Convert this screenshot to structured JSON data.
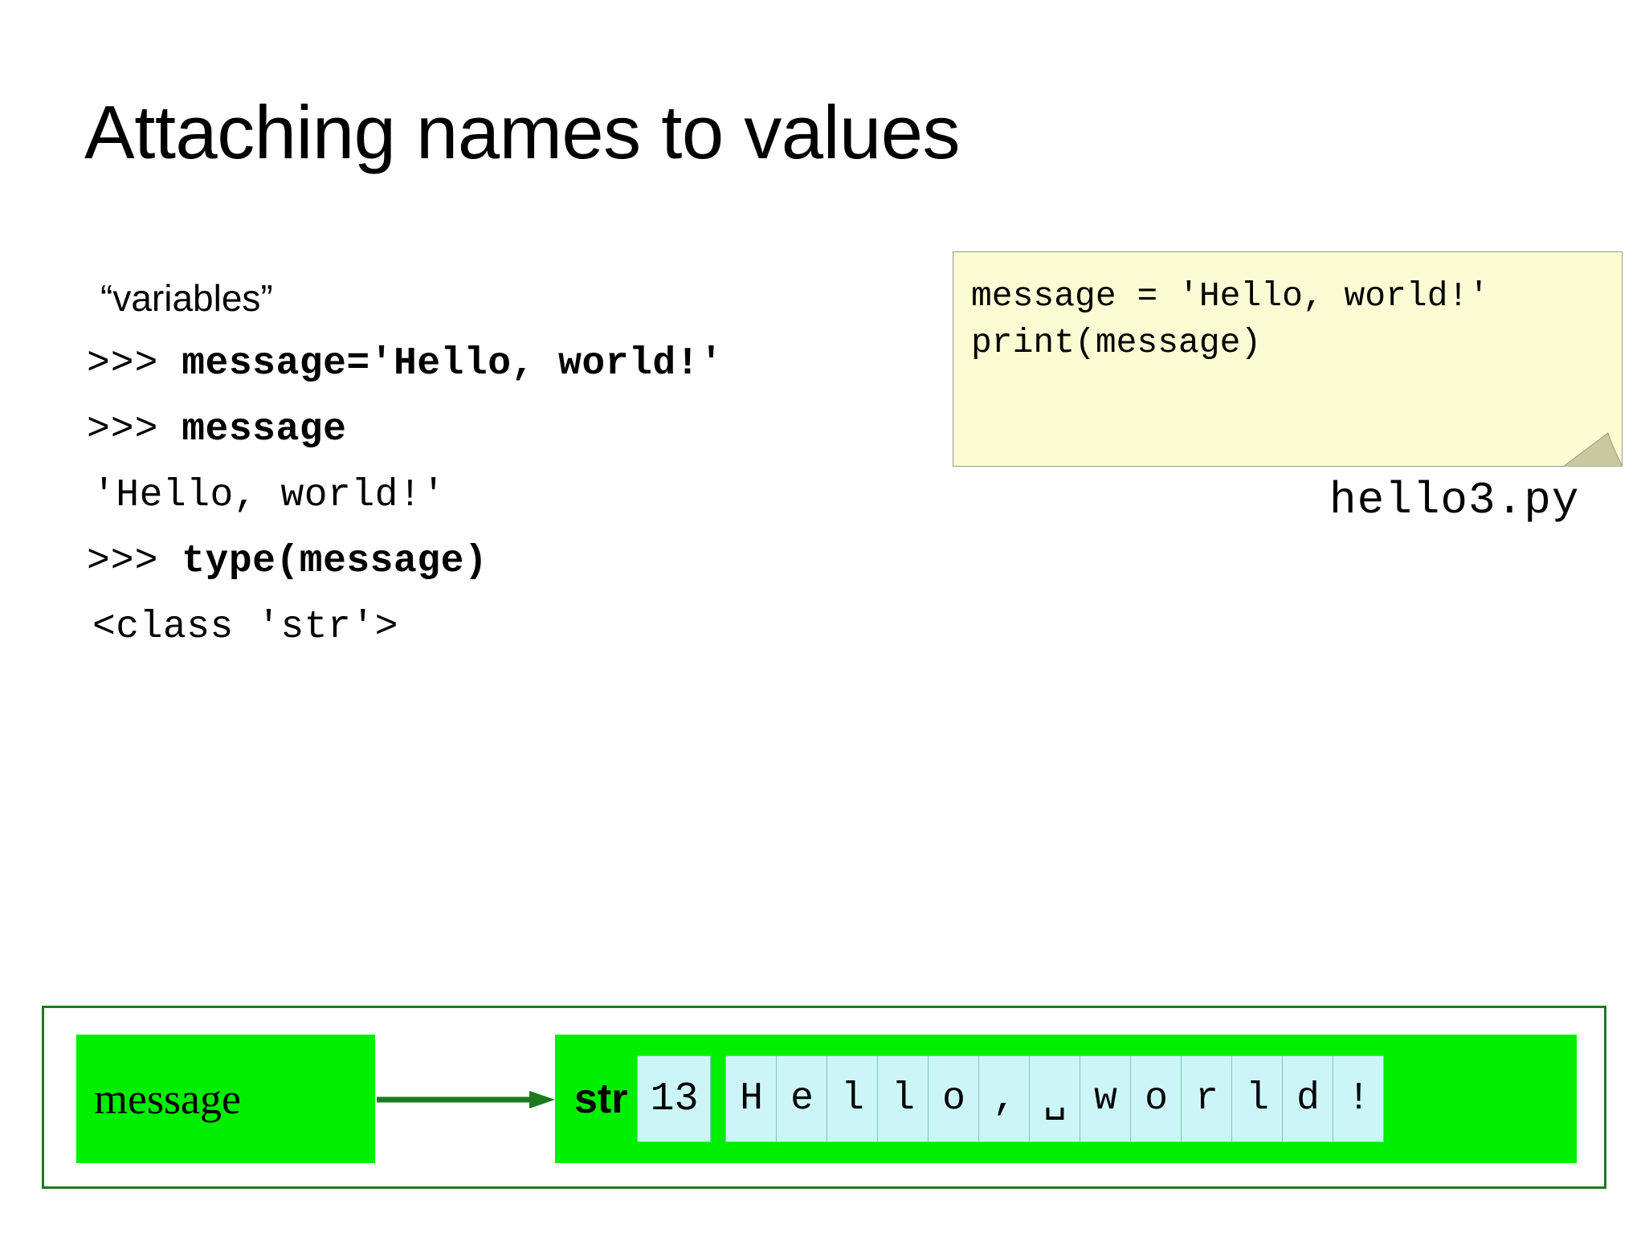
{
  "slide": {
    "title": "Attaching names to values"
  },
  "console": {
    "aside_label": "“variables”",
    "lines": [
      {
        "kind": "prompt",
        "prompt": ">>>",
        "code": "message='Hello, world!'"
      },
      {
        "kind": "prompt",
        "prompt": ">>>",
        "code": "message"
      },
      {
        "kind": "output",
        "text": "'Hello, world!'"
      },
      {
        "kind": "prompt",
        "prompt": ">>>",
        "code": "type(message)"
      },
      {
        "kind": "output",
        "text": "<class 'str'>"
      }
    ],
    "line1_prompt": ">>>",
    "line1_code": "message='Hello, world!'",
    "line2_prompt": ">>>",
    "line2_code": "message",
    "line3_output": "'Hello, world!'",
    "line4_prompt": ">>>",
    "line4_code": "type(message)",
    "line5_output": "<class 'str'>"
  },
  "sticky_note": {
    "code": "message = 'Hello, world!'\nprint(message)",
    "filename": "hello3.py",
    "background_color": "#fbfbd4",
    "border_color": "#9a9a86",
    "fold_color": "#c9c9a0"
  },
  "memory_diagram": {
    "frame_color": "#1c7a1c",
    "box_color": "#00ee00",
    "cell_color": "#ccf5f7",
    "arrow_color": "#1c7a1c",
    "name_label": "message",
    "type_label": "str",
    "length_value": "13",
    "characters": [
      "H",
      "e",
      "l",
      "l",
      "o",
      ",",
      "␣",
      "w",
      "o",
      "r",
      "l",
      "d",
      "!"
    ],
    "string_value": "Hello, world!"
  }
}
